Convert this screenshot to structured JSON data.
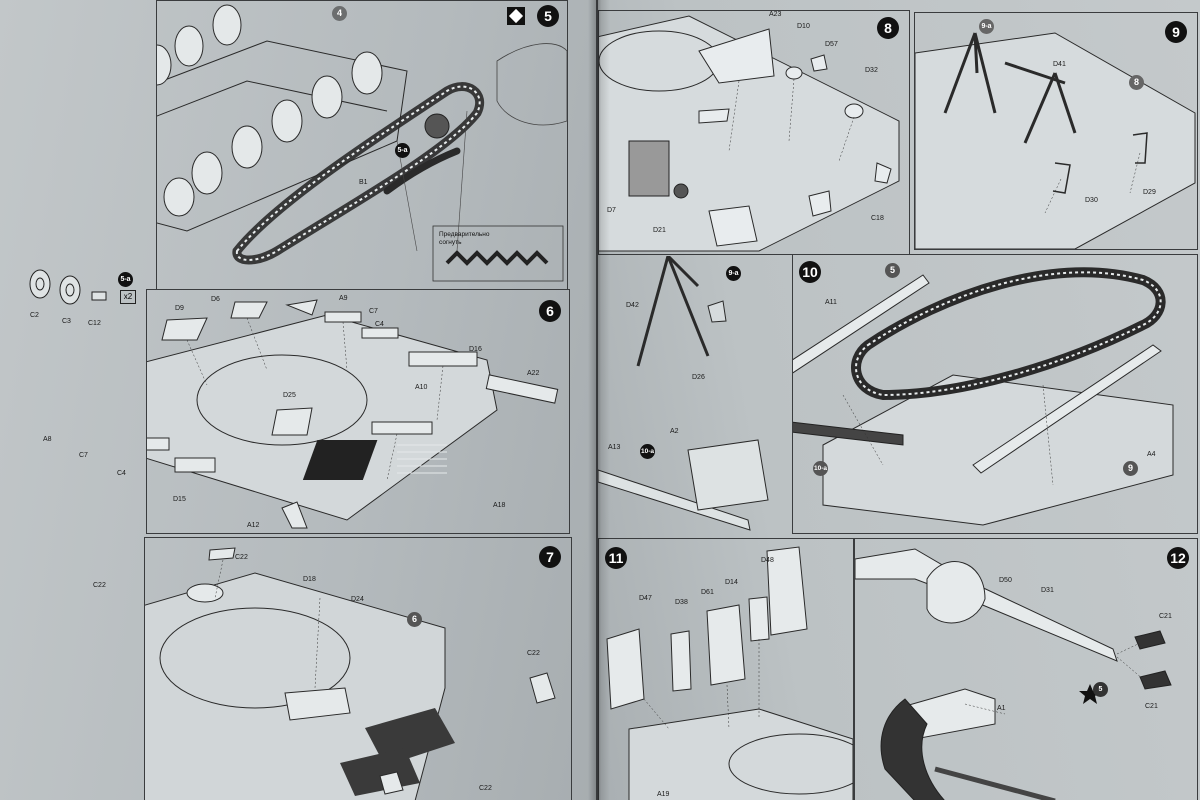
{
  "left_page": {
    "step5": {
      "number": "5",
      "ref_step": "4",
      "sub": "5-a",
      "track": "B1",
      "note": "Предварительно согнуть"
    },
    "sub5a": {
      "ref": "5-a",
      "qty": "x2",
      "parts": [
        "C2",
        "C3",
        "C12"
      ]
    },
    "step6": {
      "number": "6",
      "parts": [
        "D9",
        "D6",
        "A9",
        "C7",
        "C4",
        "D16",
        "A22",
        "A8",
        "C7",
        "C4",
        "D15",
        "D25",
        "A10",
        "A18",
        "A12"
      ]
    },
    "step7": {
      "number": "7",
      "ref_step": "6",
      "parts": [
        "C22",
        "D18",
        "C22",
        "D24",
        "C22",
        "C22"
      ]
    }
  },
  "right_page": {
    "step8": {
      "number": "8",
      "parts": [
        "A23",
        "D10",
        "D57",
        "D32",
        "D7",
        "D21",
        "C18"
      ]
    },
    "step9": {
      "number": "9",
      "sub": "9-a",
      "ref_step": "8",
      "parts": [
        "D41",
        "D30",
        "D29"
      ]
    },
    "sub9a": {
      "ref": "9-a",
      "parts": [
        "D42",
        "D26"
      ]
    },
    "step10": {
      "number": "10",
      "ref_step5": "5",
      "ref_step9": "9",
      "sub": "10-a",
      "parts": [
        "A11",
        "A4"
      ]
    },
    "sub10a": {
      "ref": "10-a",
      "parts": [
        "A13",
        "A2"
      ]
    },
    "step11": {
      "number": "11",
      "parts": [
        "D48",
        "D47",
        "D38",
        "D61",
        "D14",
        "A19"
      ]
    },
    "step12": {
      "number": "12",
      "ref_step": "5",
      "parts": [
        "D50",
        "D31",
        "C21",
        "C21",
        "A1"
      ]
    }
  }
}
